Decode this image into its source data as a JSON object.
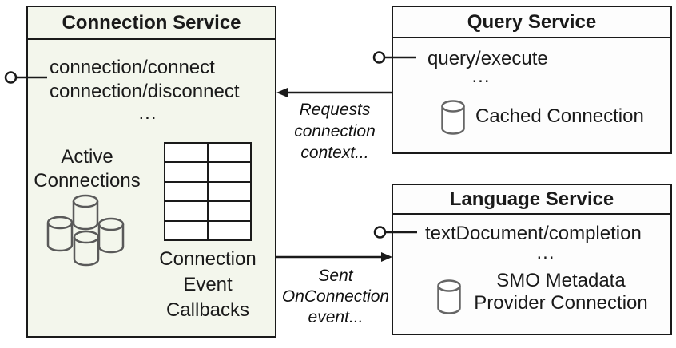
{
  "diagram": {
    "connection_service": {
      "title": "Connection Service",
      "methods": [
        "connection/connect",
        "connection/disconnect"
      ],
      "ellipsis": "...",
      "active_connections_label": "Active\nConnections",
      "callbacks_label": "Connection\nEvent\nCallbacks",
      "callback_table": {
        "rows": 5,
        "cols": 2
      }
    },
    "query_service": {
      "title": "Query Service",
      "methods": [
        "query/execute"
      ],
      "ellipsis": "...",
      "db_label": "Cached Connection"
    },
    "language_service": {
      "title": "Language Service",
      "methods": [
        "textDocument/completion"
      ],
      "ellipsis": "...",
      "db_label": "SMO Metadata\nProvider Connection"
    },
    "arrows": {
      "request_label": "Requests\nconnection\ncontext...",
      "sent_label": "Sent\nOnConnection\nevent..."
    },
    "icons": {
      "database_cluster": "database-cluster-icon",
      "database": "database-cylinder-icon",
      "lollipop": "lollipop-interface-icon",
      "callback_table": "callback-table-grid"
    },
    "colors": {
      "connection_box_fill": "#f3f6ec",
      "service_box_fill": "#fdfdfd",
      "border": "#1a1a1a",
      "cluster_cylinder_stroke": "#595959",
      "db_icon_stroke": "#666666",
      "text": "#1a1a1a"
    }
  }
}
